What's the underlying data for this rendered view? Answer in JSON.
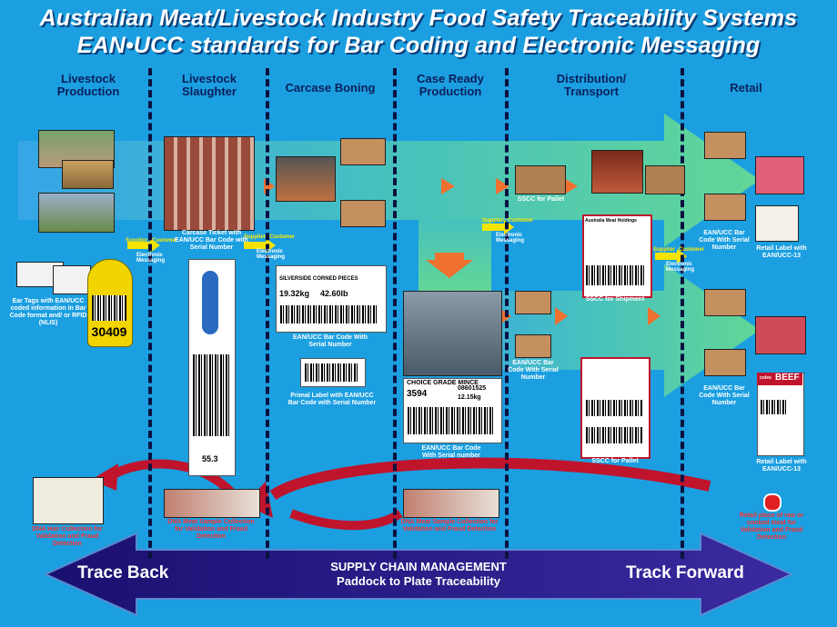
{
  "title_line1": "Australian Meat/Livestock Industry Food Safety Traceability Systems",
  "title_line2": "EAN•UCC standards for Bar Coding and Electronic Messaging",
  "columns": {
    "livestock_production": "Livestock Production",
    "livestock_slaughter": "Livestock Slaughter",
    "carcase_boning": "Carcase Boning",
    "case_ready": "Case Ready Production",
    "distribution": "Distribution/ Transport",
    "retail": "Retail"
  },
  "flow": {
    "supplier": "Supplier",
    "customer": "Customer",
    "electronic_messaging": "Electronic Messaging"
  },
  "captions": {
    "ear_tags": "Ear Tags with EAN/UCC coded information in Bar Code format and/ or RFID (NLIS)",
    "carcase_ticket": "Carcase Ticket with EAN/UCC Bar Code with Serial Number",
    "boning_label": "EAN/UCC Bar Code With Serial Number",
    "primal_label": "Primal Label with EAN/UCC Bar Code with Serial Number",
    "sscc_pallet_top": "SSCC for Pallet",
    "sscc_shipment": "SSCC for Shipment",
    "retail_ean_top": "EAN/UCC Bar Code With Serial Number",
    "retail_label_top": "Retail Label with EAN/UCC-13",
    "case_ready_label": "EAN/UCC Bar Code With Serial number",
    "dist_ean": "EAN/UCC Bar Code With Serial Number",
    "sscc_pallet_bottom": "SSCC for Pallet",
    "retail_ean_bottom": "EAN/UCC Bar Code With Serial Number",
    "retail_label_bottom": "Retail Label with EAN/UCC-13"
  },
  "red_captions": {
    "dna_hair": "DNA Hair Collection for Validation and Fraud Detection",
    "dna_meat_slaughter": "DNA Meat Sample Collection for Validation and Fraud Detection",
    "dna_meat_case": "DNA Meat Sample Collection for Validation and Fraud Detection",
    "retail_sample": "Retail place of raw or cooked meat for Validation and Fraud Detection"
  },
  "ear_tag_number": "30409",
  "label_texts": {
    "holdings": "Australia Meat Holdings",
    "choice": "CHOICE GRADE MINCE",
    "choice_num1": "3594",
    "choice_num2": "08601525",
    "choice_weight": "12.15kg",
    "beef": "BEEF",
    "coles": "coles",
    "silverside": "SILVERSIDE CORNED PIECES",
    "weight1": "19.32kg",
    "weight2": "42.60lb",
    "ticket_code": "55.3"
  },
  "bottom": {
    "trace_back": "Trace Back",
    "track_forward": "Track Forward",
    "scm_line1": "SUPPLY CHAIN MANAGEMENT",
    "scm_line2": "Paddock to Plate Traceability"
  },
  "colors": {
    "background": "#1b9fe0",
    "header_text": "#0a1f5c",
    "flow_arrow": "#5fd6a0",
    "bottom_arrow": "#2a1a7a",
    "trace_arrow": "#c0142c",
    "caption_red": "#ff3030"
  }
}
